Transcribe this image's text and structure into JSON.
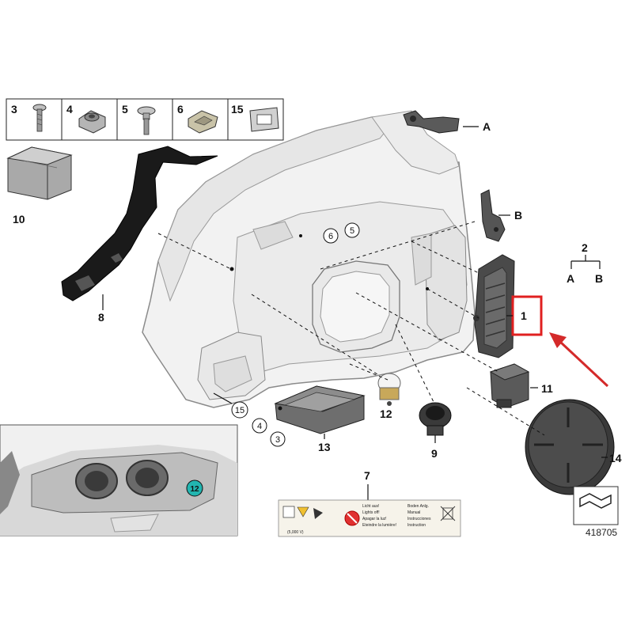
{
  "parts_strip": [
    "3",
    "4",
    "5",
    "6",
    "15"
  ],
  "callouts": {
    "p1": "1",
    "p2": "2",
    "pA": "A",
    "pB": "B",
    "p5": "5",
    "p6": "6",
    "p7": "7",
    "p8": "8",
    "p9": "9",
    "p10": "10",
    "p11": "11",
    "p12": "12",
    "p13": "13",
    "p14": "14",
    "p15": "15",
    "p4": "4",
    "p3": "3",
    "inset12": "12"
  },
  "label_sheet": {
    "line1": "Licht aus!",
    "line2": "Lights off!",
    "line3": "Apagar la luz!",
    "line4": "Eteindre la lumière!",
    "col2_1": "Boden Anlg.",
    "col2_2": "Manual",
    "col2_3": "Instrucciones",
    "col2_4": "Instruction",
    "voltage": "(5,000 V)"
  },
  "diagram_number": "418705",
  "colors": {
    "highlight": "#e02020",
    "arrow": "#d42a2a",
    "bulb_socket": "#22b5b0"
  }
}
